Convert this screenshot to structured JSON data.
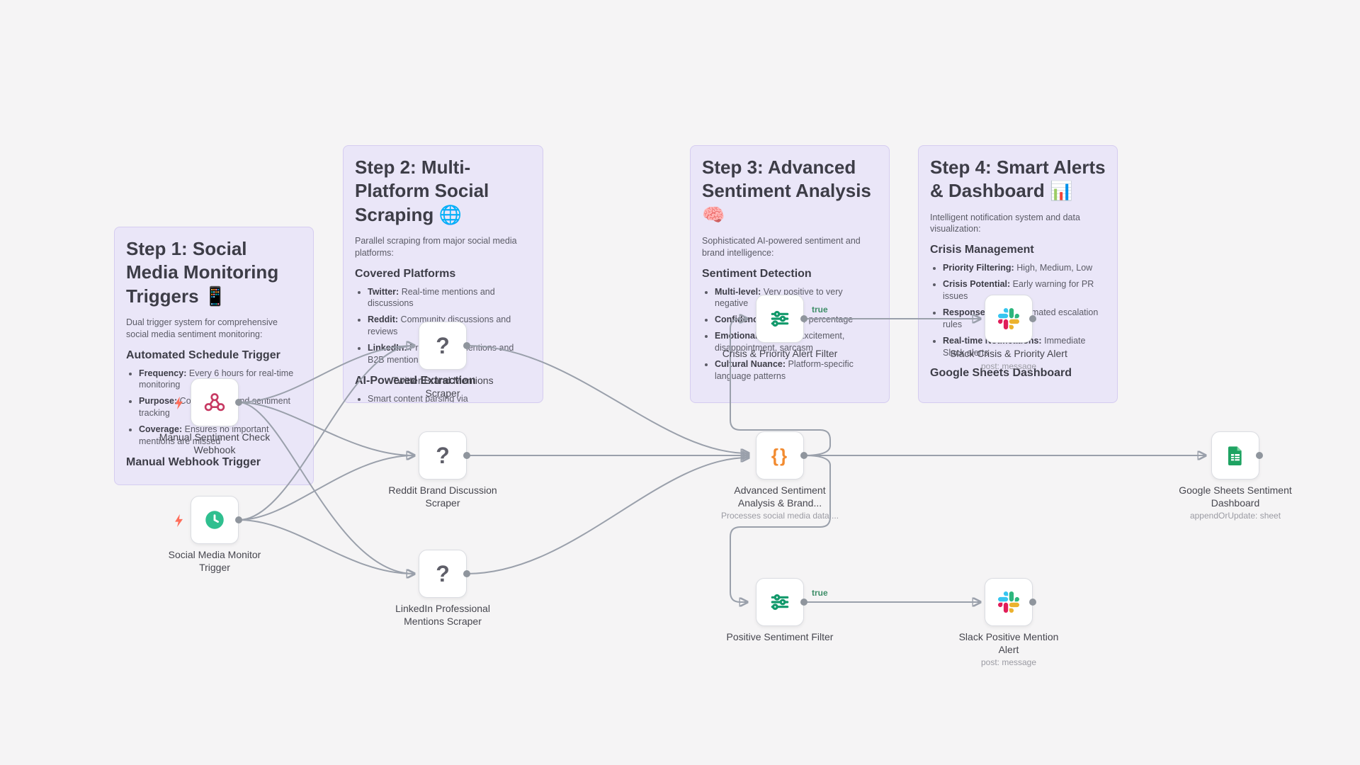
{
  "app": {
    "name": "workflow-canvas"
  },
  "sticky_notes": [
    {
      "title": "Step 1: Social Media Monitoring Triggers 📱",
      "intro": "Dual trigger system for comprehensive social media sentiment monitoring:",
      "sections": [
        {
          "heading": "Automated Schedule Trigger",
          "bullets": [
            {
              "label": "Frequency:",
              "text": "Every 6 hours for real-time monitoring"
            },
            {
              "label": "Purpose:",
              "text": "Continuous brand sentiment tracking"
            },
            {
              "label": "Coverage:",
              "text": "Ensures no important mentions are missed"
            }
          ]
        },
        {
          "heading": "Manual Webhook Trigger",
          "bullets": []
        }
      ]
    },
    {
      "title": "Step 2: Multi-Platform Social Scraping 🌐",
      "intro": "Parallel scraping from major social media platforms:",
      "sections": [
        {
          "heading": "Covered Platforms",
          "bullets": [
            {
              "label": "Twitter:",
              "text": "Real-time mentions and discussions"
            },
            {
              "label": "Reddit:",
              "text": "Community discussions and reviews"
            },
            {
              "label": "LinkedIn:",
              "text": "Professional mentions and B2B mentions"
            }
          ]
        },
        {
          "heading": "AI-Powered Extraction",
          "bullets": [
            {
              "label": "",
              "text": "Smart content parsing via ScrapeGraphAI"
            }
          ]
        }
      ]
    },
    {
      "title": "Step 3: Advanced Sentiment Analysis 🧠",
      "intro": "Sophisticated AI-powered sentiment and brand intelligence:",
      "sections": [
        {
          "heading": "Sentiment Detection",
          "bullets": [
            {
              "label": "Multi-level:",
              "text": "Very positive to very negative"
            },
            {
              "label": "Confidence:",
              "text": "Reliability percentage"
            },
            {
              "label": "Emotional Context:",
              "text": "Excitement, disappointment, sarcasm"
            },
            {
              "label": "Cultural Nuance:",
              "text": "Platform-specific language patterns"
            }
          ]
        }
      ]
    },
    {
      "title": "Step 4: Smart Alerts & Dashboard 📊",
      "intro": "Intelligent notification system and data visualization:",
      "sections": [
        {
          "heading": "Crisis Management",
          "bullets": [
            {
              "label": "Priority Filtering:",
              "text": "High, Medium, Low"
            },
            {
              "label": "Crisis Potential:",
              "text": "Early warning for PR issues"
            },
            {
              "label": "Response Time:",
              "text": "Automated escalation rules"
            },
            {
              "label": "Real-time Notifications:",
              "text": "Immediate Slack alerts"
            }
          ]
        },
        {
          "heading": "Google Sheets Dashboard",
          "bullets": []
        }
      ]
    }
  ],
  "nodes": [
    {
      "id": "manual-webhook",
      "label": "Manual Sentiment Check Webhook",
      "subtitle": "",
      "icon": "webhook-icon"
    },
    {
      "id": "schedule-trigger",
      "label": "Social Media Monitor Trigger",
      "subtitle": "",
      "icon": "clock-icon"
    },
    {
      "id": "twitter-scraper",
      "label": "Twitter Brand Mentions Scraper",
      "subtitle": "",
      "icon": "question-icon"
    },
    {
      "id": "reddit-scraper",
      "label": "Reddit Brand Discussion Scraper",
      "subtitle": "",
      "icon": "question-icon"
    },
    {
      "id": "linkedin-scraper",
      "label": "LinkedIn Professional Mentions Scraper",
      "subtitle": "",
      "icon": "question-icon"
    },
    {
      "id": "sentiment-analysis",
      "label": "Advanced Sentiment Analysis & Brand...",
      "subtitle": "Processes social media data ...",
      "icon": "code-braces-icon"
    },
    {
      "id": "crisis-filter",
      "label": "Crisis & Priority Alert Filter",
      "subtitle": "",
      "icon": "filter-icon",
      "output_label": "true"
    },
    {
      "id": "positive-filter",
      "label": "Positive Sentiment Filter",
      "subtitle": "",
      "icon": "filter-icon",
      "output_label": "true"
    },
    {
      "id": "slack-crisis",
      "label": "Slack Crisis & Priority Alert",
      "subtitle": "post: message",
      "icon": "slack-icon"
    },
    {
      "id": "slack-positive",
      "label": "Slack Positive Mention Alert",
      "subtitle": "post: message",
      "icon": "slack-icon"
    },
    {
      "id": "google-sheets",
      "label": "Google Sheets Sentiment Dashboard",
      "subtitle": "appendOrUpdate: sheet",
      "icon": "sheets-icon"
    }
  ],
  "colors": {
    "canvas_bg": "#f5f4f5",
    "sticky_bg": "#EAE6F8",
    "sticky_border": "#D5CCF0",
    "wire": "#9aa0ab",
    "true_label": "#3e8e68",
    "webhook_pink": "#C73A63",
    "schedule_green": "#2FBF8F",
    "code_orange": "#F28B30",
    "filter_green": "#12996B",
    "sheets_green": "#1EA362",
    "slack_blue": "#36C5F0",
    "slack_green": "#2EB67D",
    "slack_yellow": "#ECB22E",
    "slack_red": "#E01E5A",
    "bolt_red": "#FF6D5A"
  }
}
